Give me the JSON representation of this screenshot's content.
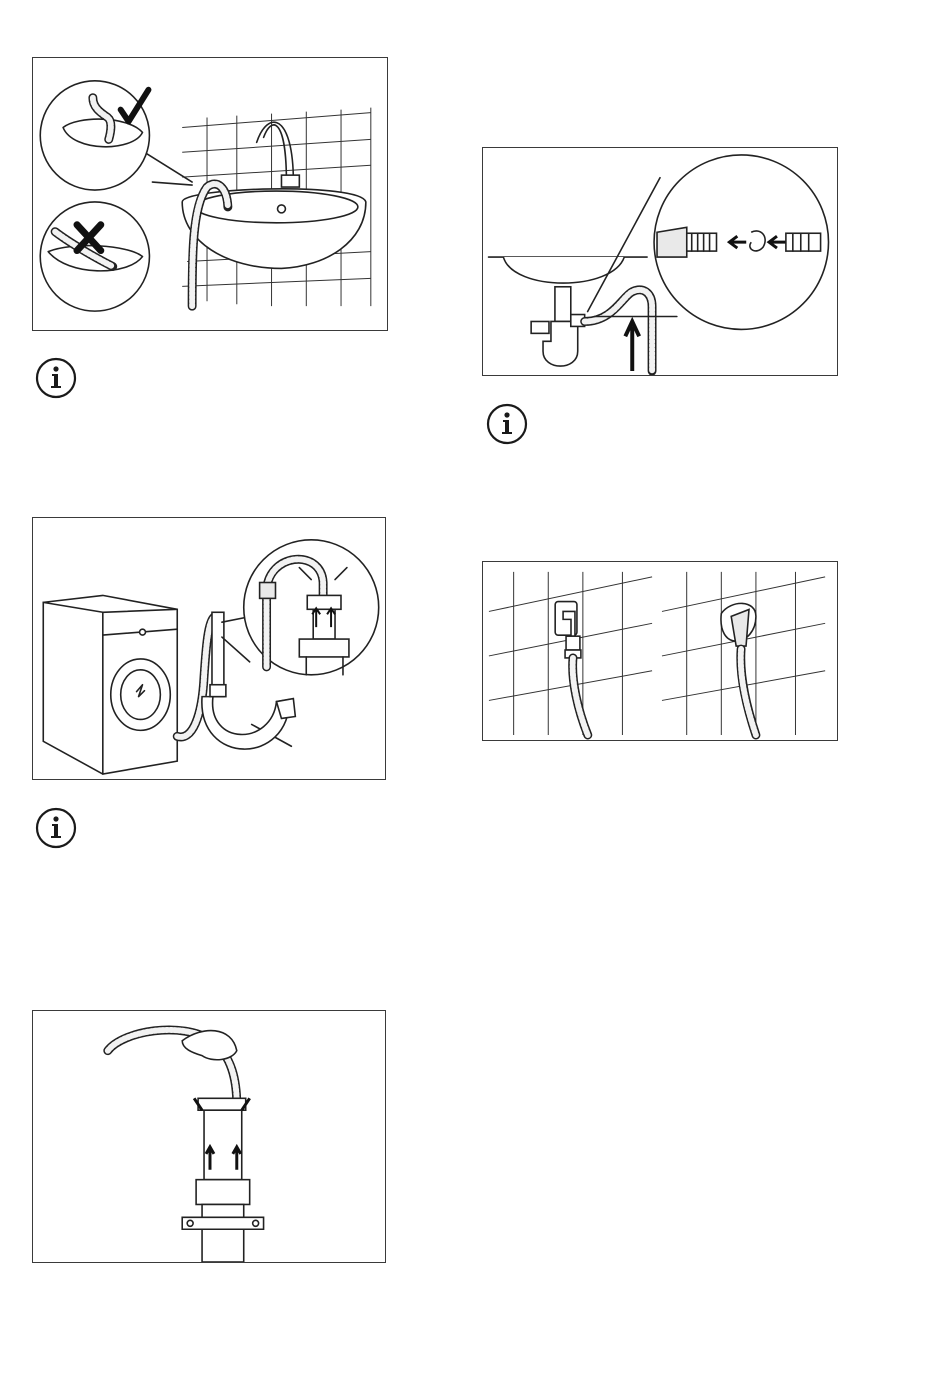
{
  "figures": {
    "sink_edge": {
      "check_mark": "correct-position",
      "cross_mark": "wrong-position"
    },
    "siphon_connection": {
      "arrow": "direction-arrow"
    },
    "standpipe": {},
    "wall_outlet": {},
    "hand_insert": {}
  },
  "notes": [
    {
      "icon": "info-icon"
    },
    {
      "icon": "info-icon"
    },
    {
      "icon": "info-icon"
    }
  ]
}
